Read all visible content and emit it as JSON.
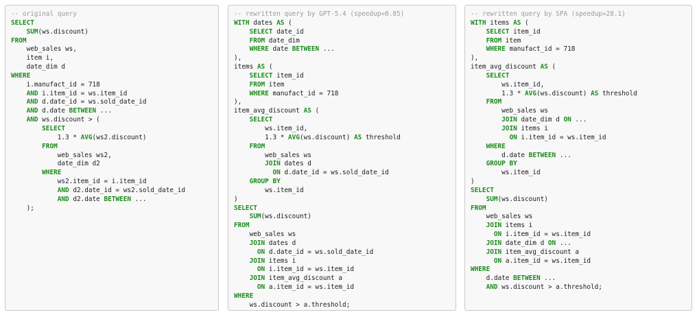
{
  "panels": [
    {
      "title": "-- original query",
      "lines": [
        [
          [
            "k",
            "SELECT"
          ]
        ],
        [
          [
            "t",
            "    "
          ],
          [
            "f",
            "SUM"
          ],
          [
            "t",
            "(ws.discount)"
          ]
        ],
        [
          [
            "k",
            "FROM"
          ]
        ],
        [
          [
            "t",
            "    web_sales ws,"
          ]
        ],
        [
          [
            "t",
            "    item i,"
          ]
        ],
        [
          [
            "t",
            "    date_dim d"
          ]
        ],
        [
          [
            "k",
            "WHERE"
          ]
        ],
        [
          [
            "t",
            "    i.manufact_id = 718"
          ]
        ],
        [
          [
            "t",
            "    "
          ],
          [
            "k",
            "AND"
          ],
          [
            "t",
            " i.item_id = ws.item_id"
          ]
        ],
        [
          [
            "t",
            "    "
          ],
          [
            "k",
            "AND"
          ],
          [
            "t",
            " d.date_id = ws.sold_date_id"
          ]
        ],
        [
          [
            "t",
            "    "
          ],
          [
            "k",
            "AND"
          ],
          [
            "t",
            " d.date "
          ],
          [
            "k",
            "BETWEEN"
          ],
          [
            "t",
            " ..."
          ]
        ],
        [
          [
            "t",
            "    "
          ],
          [
            "k",
            "AND"
          ],
          [
            "t",
            " ws.discount > ("
          ]
        ],
        [
          [
            "t",
            "        "
          ],
          [
            "k",
            "SELECT"
          ]
        ],
        [
          [
            "t",
            "            1.3 * "
          ],
          [
            "f",
            "AVG"
          ],
          [
            "t",
            "(ws2.discount)"
          ]
        ],
        [
          [
            "t",
            "        "
          ],
          [
            "k",
            "FROM"
          ]
        ],
        [
          [
            "t",
            "            web_sales ws2,"
          ]
        ],
        [
          [
            "t",
            "            date_dim d2"
          ]
        ],
        [
          [
            "t",
            "        "
          ],
          [
            "k",
            "WHERE"
          ]
        ],
        [
          [
            "t",
            "            ws2.item_id = i.item_id"
          ]
        ],
        [
          [
            "t",
            "            "
          ],
          [
            "k",
            "AND"
          ],
          [
            "t",
            " d2.date_id = ws2.sold_date_id"
          ]
        ],
        [
          [
            "t",
            "            "
          ],
          [
            "k",
            "AND"
          ],
          [
            "t",
            " d2.date "
          ],
          [
            "k",
            "BETWEEN"
          ],
          [
            "t",
            " ..."
          ]
        ],
        [
          [
            "t",
            "    );"
          ]
        ]
      ]
    },
    {
      "title": "-- rewritten query by GPT-5.4 (speedup=0.85)",
      "lines": [
        [
          [
            "k",
            "WITH"
          ],
          [
            "t",
            " dates "
          ],
          [
            "k",
            "AS"
          ],
          [
            "t",
            " ("
          ]
        ],
        [
          [
            "t",
            "    "
          ],
          [
            "k",
            "SELECT"
          ],
          [
            "t",
            " date_id"
          ]
        ],
        [
          [
            "t",
            "    "
          ],
          [
            "k",
            "FROM"
          ],
          [
            "t",
            " date_dim"
          ]
        ],
        [
          [
            "t",
            "    "
          ],
          [
            "k",
            "WHERE"
          ],
          [
            "t",
            " date "
          ],
          [
            "k",
            "BETWEEN"
          ],
          [
            "t",
            " ..."
          ]
        ],
        [
          [
            "t",
            "),"
          ]
        ],
        [
          [
            "t",
            "items "
          ],
          [
            "k",
            "AS"
          ],
          [
            "t",
            " ("
          ]
        ],
        [
          [
            "t",
            "    "
          ],
          [
            "k",
            "SELECT"
          ],
          [
            "t",
            " item_id"
          ]
        ],
        [
          [
            "t",
            "    "
          ],
          [
            "k",
            "FROM"
          ],
          [
            "t",
            " item"
          ]
        ],
        [
          [
            "t",
            "    "
          ],
          [
            "k",
            "WHERE"
          ],
          [
            "t",
            " manufact_id = 718"
          ]
        ],
        [
          [
            "t",
            "),"
          ]
        ],
        [
          [
            "t",
            "item_avg_discount "
          ],
          [
            "k",
            "AS"
          ],
          [
            "t",
            " ("
          ]
        ],
        [
          [
            "t",
            "    "
          ],
          [
            "k",
            "SELECT"
          ]
        ],
        [
          [
            "t",
            "        ws.item_id,"
          ]
        ],
        [
          [
            "t",
            "        1.3 * "
          ],
          [
            "f",
            "AVG"
          ],
          [
            "t",
            "(ws.discount) "
          ],
          [
            "k",
            "AS"
          ],
          [
            "t",
            " threshold"
          ]
        ],
        [
          [
            "t",
            "    "
          ],
          [
            "k",
            "FROM"
          ]
        ],
        [
          [
            "t",
            "        web_sales ws"
          ]
        ],
        [
          [
            "t",
            "        "
          ],
          [
            "k",
            "JOIN"
          ],
          [
            "t",
            " dates d"
          ]
        ],
        [
          [
            "t",
            "          "
          ],
          [
            "k",
            "ON"
          ],
          [
            "t",
            " d.date_id = ws.sold_date_id"
          ]
        ],
        [
          [
            "t",
            "    "
          ],
          [
            "k",
            "GROUP BY"
          ]
        ],
        [
          [
            "t",
            "        ws.item_id"
          ]
        ],
        [
          [
            "t",
            ")"
          ]
        ],
        [
          [
            "k",
            "SELECT"
          ]
        ],
        [
          [
            "t",
            "    "
          ],
          [
            "f",
            "SUM"
          ],
          [
            "t",
            "(ws.discount)"
          ]
        ],
        [
          [
            "k",
            "FROM"
          ]
        ],
        [
          [
            "t",
            "    web_sales ws"
          ]
        ],
        [
          [
            "t",
            "    "
          ],
          [
            "k",
            "JOIN"
          ],
          [
            "t",
            " dates d"
          ]
        ],
        [
          [
            "t",
            "      "
          ],
          [
            "k",
            "ON"
          ],
          [
            "t",
            " d.date_id = ws.sold_date_id"
          ]
        ],
        [
          [
            "t",
            "    "
          ],
          [
            "k",
            "JOIN"
          ],
          [
            "t",
            " items i"
          ]
        ],
        [
          [
            "t",
            "      "
          ],
          [
            "k",
            "ON"
          ],
          [
            "t",
            " i.item_id = ws.item_id"
          ]
        ],
        [
          [
            "t",
            "    "
          ],
          [
            "k",
            "JOIN"
          ],
          [
            "t",
            " item_avg_discount a"
          ]
        ],
        [
          [
            "t",
            "      "
          ],
          [
            "k",
            "ON"
          ],
          [
            "t",
            " a.item_id = ws.item_id"
          ]
        ],
        [
          [
            "k",
            "WHERE"
          ]
        ],
        [
          [
            "t",
            "    ws.discount > a.threshold;"
          ]
        ]
      ]
    },
    {
      "title": "-- rewritten query by SPA (speedup=28.1)",
      "lines": [
        [
          [
            "k",
            "WITH"
          ],
          [
            "t",
            " items "
          ],
          [
            "k",
            "AS"
          ],
          [
            "t",
            " ("
          ]
        ],
        [
          [
            "t",
            "    "
          ],
          [
            "k",
            "SELECT"
          ],
          [
            "t",
            " item_id"
          ]
        ],
        [
          [
            "t",
            "    "
          ],
          [
            "k",
            "FROM"
          ],
          [
            "t",
            " item"
          ]
        ],
        [
          [
            "t",
            "    "
          ],
          [
            "k",
            "WHERE"
          ],
          [
            "t",
            " manufact_id = 718"
          ]
        ],
        [
          [
            "t",
            "),"
          ]
        ],
        [
          [
            "t",
            "item_avg_discount "
          ],
          [
            "k",
            "AS"
          ],
          [
            "t",
            " ("
          ]
        ],
        [
          [
            "t",
            "    "
          ],
          [
            "k",
            "SELECT"
          ]
        ],
        [
          [
            "t",
            "        ws.item_id,"
          ]
        ],
        [
          [
            "t",
            "        1.3 * "
          ],
          [
            "f",
            "AVG"
          ],
          [
            "t",
            "(ws.discount) "
          ],
          [
            "k",
            "AS"
          ],
          [
            "t",
            " threshold"
          ]
        ],
        [
          [
            "t",
            "    "
          ],
          [
            "k",
            "FROM"
          ]
        ],
        [
          [
            "t",
            "        web_sales ws"
          ]
        ],
        [
          [
            "t",
            "        "
          ],
          [
            "k",
            "JOIN"
          ],
          [
            "t",
            " date_dim d "
          ],
          [
            "k",
            "ON"
          ],
          [
            "t",
            " ..."
          ]
        ],
        [
          [
            "t",
            "        "
          ],
          [
            "k",
            "JOIN"
          ],
          [
            "t",
            " items i"
          ]
        ],
        [
          [
            "t",
            "          "
          ],
          [
            "k",
            "ON"
          ],
          [
            "t",
            " i.item_id = ws.item_id"
          ]
        ],
        [
          [
            "t",
            "    "
          ],
          [
            "k",
            "WHERE"
          ]
        ],
        [
          [
            "t",
            "        d.date "
          ],
          [
            "k",
            "BETWEEN"
          ],
          [
            "t",
            " ..."
          ]
        ],
        [
          [
            "t",
            "    "
          ],
          [
            "k",
            "GROUP BY"
          ]
        ],
        [
          [
            "t",
            "        ws.item_id"
          ]
        ],
        [
          [
            "t",
            ")"
          ]
        ],
        [
          [
            "k",
            "SELECT"
          ]
        ],
        [
          [
            "t",
            "    "
          ],
          [
            "f",
            "SUM"
          ],
          [
            "t",
            "(ws.discount)"
          ]
        ],
        [
          [
            "k",
            "FROM"
          ]
        ],
        [
          [
            "t",
            "    web_sales ws"
          ]
        ],
        [
          [
            "t",
            "    "
          ],
          [
            "k",
            "JOIN"
          ],
          [
            "t",
            " items i"
          ]
        ],
        [
          [
            "t",
            "      "
          ],
          [
            "k",
            "ON"
          ],
          [
            "t",
            " i.item_id = ws.item_id"
          ]
        ],
        [
          [
            "t",
            "    "
          ],
          [
            "k",
            "JOIN"
          ],
          [
            "t",
            " date_dim d "
          ],
          [
            "k",
            "ON"
          ],
          [
            "t",
            " ..."
          ]
        ],
        [
          [
            "t",
            "    "
          ],
          [
            "k",
            "JOIN"
          ],
          [
            "t",
            " item_avg_discount a"
          ]
        ],
        [
          [
            "t",
            "      "
          ],
          [
            "k",
            "ON"
          ],
          [
            "t",
            " a.item_id = ws.item_id"
          ]
        ],
        [
          [
            "k",
            "WHERE"
          ]
        ],
        [
          [
            "t",
            "    d.date "
          ],
          [
            "k",
            "BETWEEN"
          ],
          [
            "t",
            " ..."
          ]
        ],
        [
          [
            "t",
            "    "
          ],
          [
            "k",
            "AND"
          ],
          [
            "t",
            " ws.discount > a.threshold;"
          ]
        ]
      ]
    }
  ]
}
